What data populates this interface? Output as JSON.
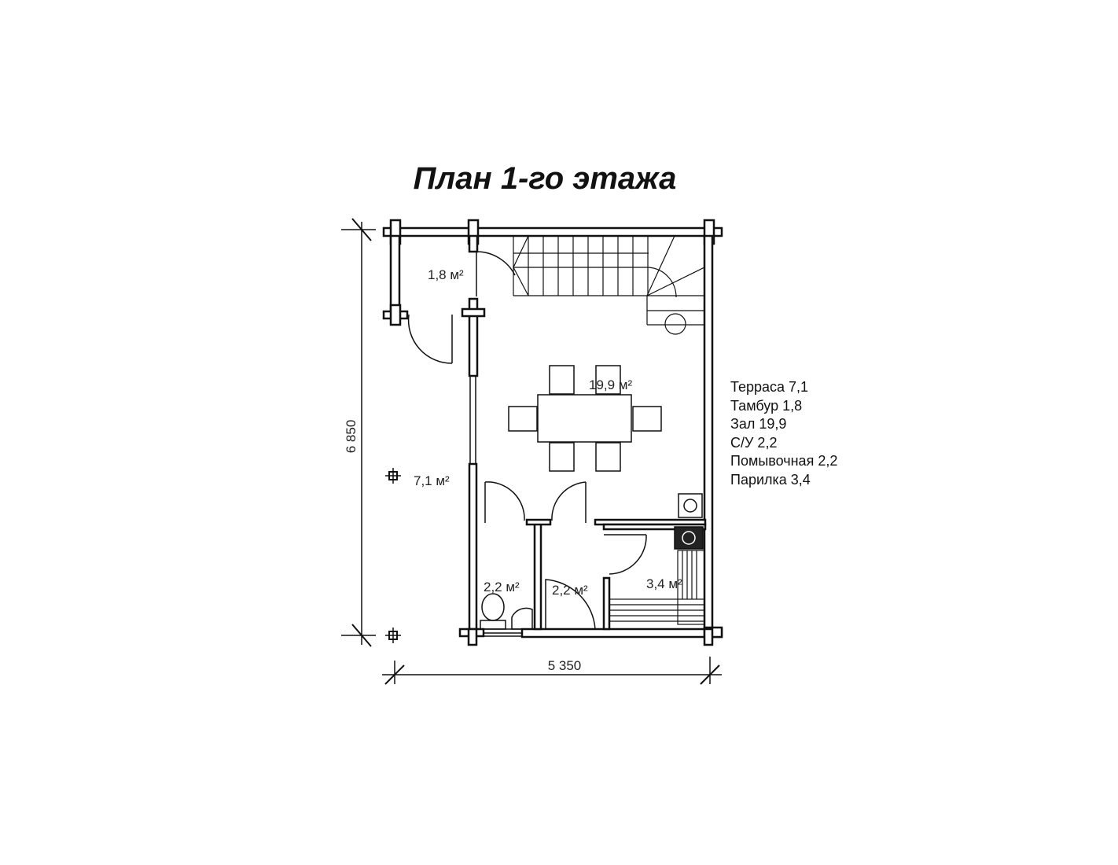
{
  "title": "План 1-го этажа",
  "rooms": {
    "vestibule": "1,8 м²",
    "hall": "19,9 м²",
    "terrace": "7,1 м²",
    "wc": "2,2 м²",
    "wash": "2,2 м²",
    "sauna": "3,4 м²"
  },
  "dimensions": {
    "width": "5 350",
    "height": "6 850"
  },
  "legend": [
    "Терраса 7,1",
    "Тамбур 1,8",
    "Зал 19,9",
    "С/У 2,2",
    "Помывочная 2,2",
    "Парилка 3,4"
  ]
}
